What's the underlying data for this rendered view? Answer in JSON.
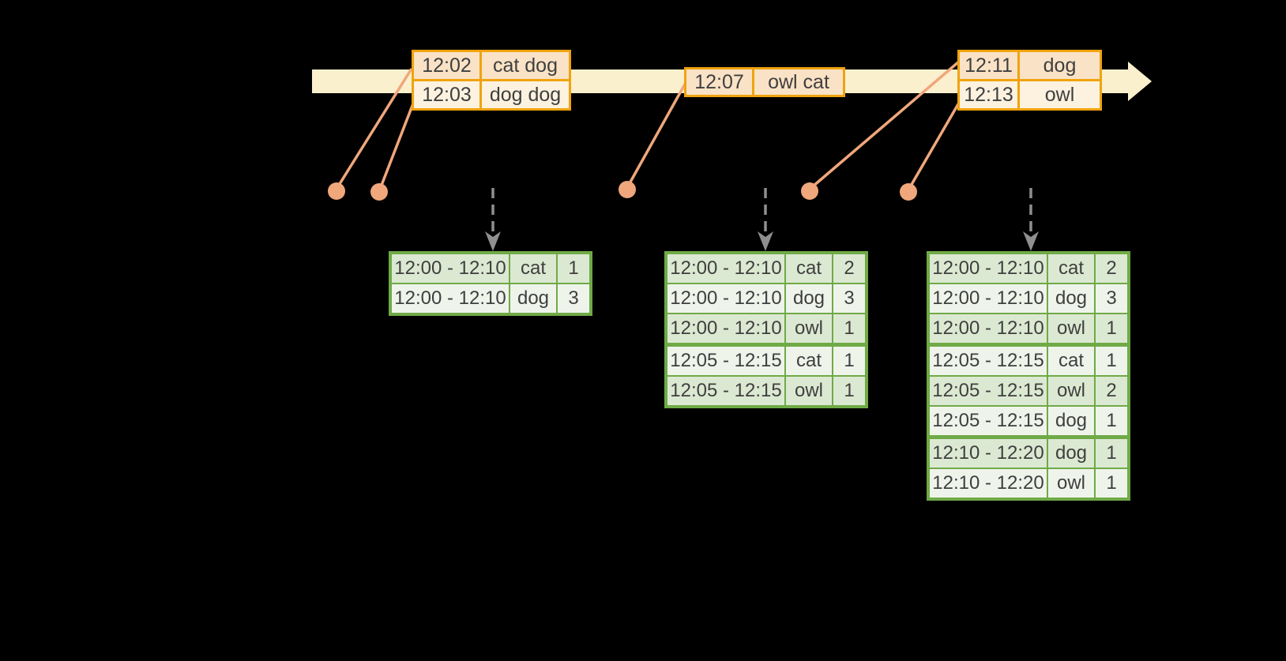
{
  "colors": {
    "background": "#000000",
    "band": "#FBF0CE",
    "orange_border": "#F0A30E",
    "peach": "#FAE2C6",
    "cream": "#FCF2DF",
    "salmon": "#F0A77B",
    "green_border": "#6FAA47",
    "green_dark": "#DCE9D2",
    "green_light": "#EFF4EB",
    "gray": "#8F8F8F",
    "text": "#3F3F3F"
  },
  "icons": {
    "timeline_arrow": "right-arrow-icon",
    "trigger_arrow": "dashed-down-arrow-icon",
    "event_marker": "dot-icon"
  },
  "event_tables": [
    {
      "rows": [
        {
          "time": "12:02",
          "words": "cat dog"
        },
        {
          "time": "12:03",
          "words": "dog dog"
        }
      ]
    },
    {
      "rows": [
        {
          "time": "12:07",
          "words": "owl cat"
        }
      ]
    },
    {
      "rows": [
        {
          "time": "12:11",
          "words": "dog"
        },
        {
          "time": "12:13",
          "words": "owl"
        }
      ]
    }
  ],
  "result_tables": [
    {
      "rows": [
        {
          "window": "12:00 - 12:10",
          "word": "cat",
          "count": "1"
        },
        {
          "window": "12:00 - 12:10",
          "word": "dog",
          "count": "3"
        }
      ]
    },
    {
      "rows": [
        {
          "window": "12:00 - 12:10",
          "word": "cat",
          "count": "2"
        },
        {
          "window": "12:00 - 12:10",
          "word": "dog",
          "count": "3"
        },
        {
          "window": "12:00 - 12:10",
          "word": "owl",
          "count": "1"
        },
        {
          "window": "12:05 - 12:15",
          "word": "cat",
          "count": "1"
        },
        {
          "window": "12:05 - 12:15",
          "word": "owl",
          "count": "1"
        }
      ]
    },
    {
      "rows": [
        {
          "window": "12:00 - 12:10",
          "word": "cat",
          "count": "2"
        },
        {
          "window": "12:00 - 12:10",
          "word": "dog",
          "count": "3"
        },
        {
          "window": "12:00 - 12:10",
          "word": "owl",
          "count": "1"
        },
        {
          "window": "12:05 - 12:15",
          "word": "cat",
          "count": "1"
        },
        {
          "window": "12:05 - 12:15",
          "word": "owl",
          "count": "2"
        },
        {
          "window": "12:05 - 12:15",
          "word": "dog",
          "count": "1"
        },
        {
          "window": "12:10 - 12:20",
          "word": "dog",
          "count": "1"
        },
        {
          "window": "12:10 - 12:20",
          "word": "owl",
          "count": "1"
        }
      ]
    }
  ]
}
